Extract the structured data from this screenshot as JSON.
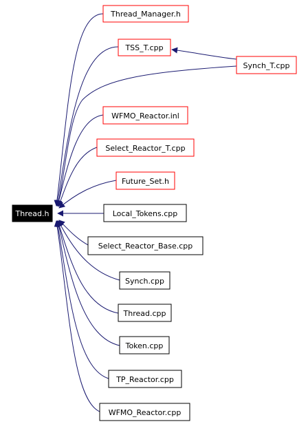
{
  "graph": {
    "root": {
      "label": "Thread.h",
      "fill": "#000000",
      "text_color": "#ffffff"
    },
    "nodes": [
      {
        "id": "thread-manager-h",
        "label": "Thread_Manager.h",
        "border": "#ff0000"
      },
      {
        "id": "tss-t-cpp",
        "label": "TSS_T.cpp",
        "border": "#ff0000"
      },
      {
        "id": "synch-t-cpp",
        "label": "Synch_T.cpp",
        "border": "#ff0000"
      },
      {
        "id": "wfmo-reactor-inl",
        "label": "WFMO_Reactor.inl",
        "border": "#ff0000"
      },
      {
        "id": "select-reactor-t-cpp",
        "label": "Select_Reactor_T.cpp",
        "border": "#ff0000"
      },
      {
        "id": "future-set-h",
        "label": "Future_Set.h",
        "border": "#ff0000"
      },
      {
        "id": "local-tokens-cpp",
        "label": "Local_Tokens.cpp",
        "border": "#000000"
      },
      {
        "id": "select-reactor-base-cpp",
        "label": "Select_Reactor_Base.cpp",
        "border": "#000000"
      },
      {
        "id": "synch-cpp",
        "label": "Synch.cpp",
        "border": "#000000"
      },
      {
        "id": "thread-cpp",
        "label": "Thread.cpp",
        "border": "#000000"
      },
      {
        "id": "token-cpp",
        "label": "Token.cpp",
        "border": "#000000"
      },
      {
        "id": "tp-reactor-cpp",
        "label": "TP_Reactor.cpp",
        "border": "#000000"
      },
      {
        "id": "wfmo-reactor-cpp",
        "label": "WFMO_Reactor.cpp",
        "border": "#000000"
      }
    ],
    "edge_color": "#191970"
  }
}
